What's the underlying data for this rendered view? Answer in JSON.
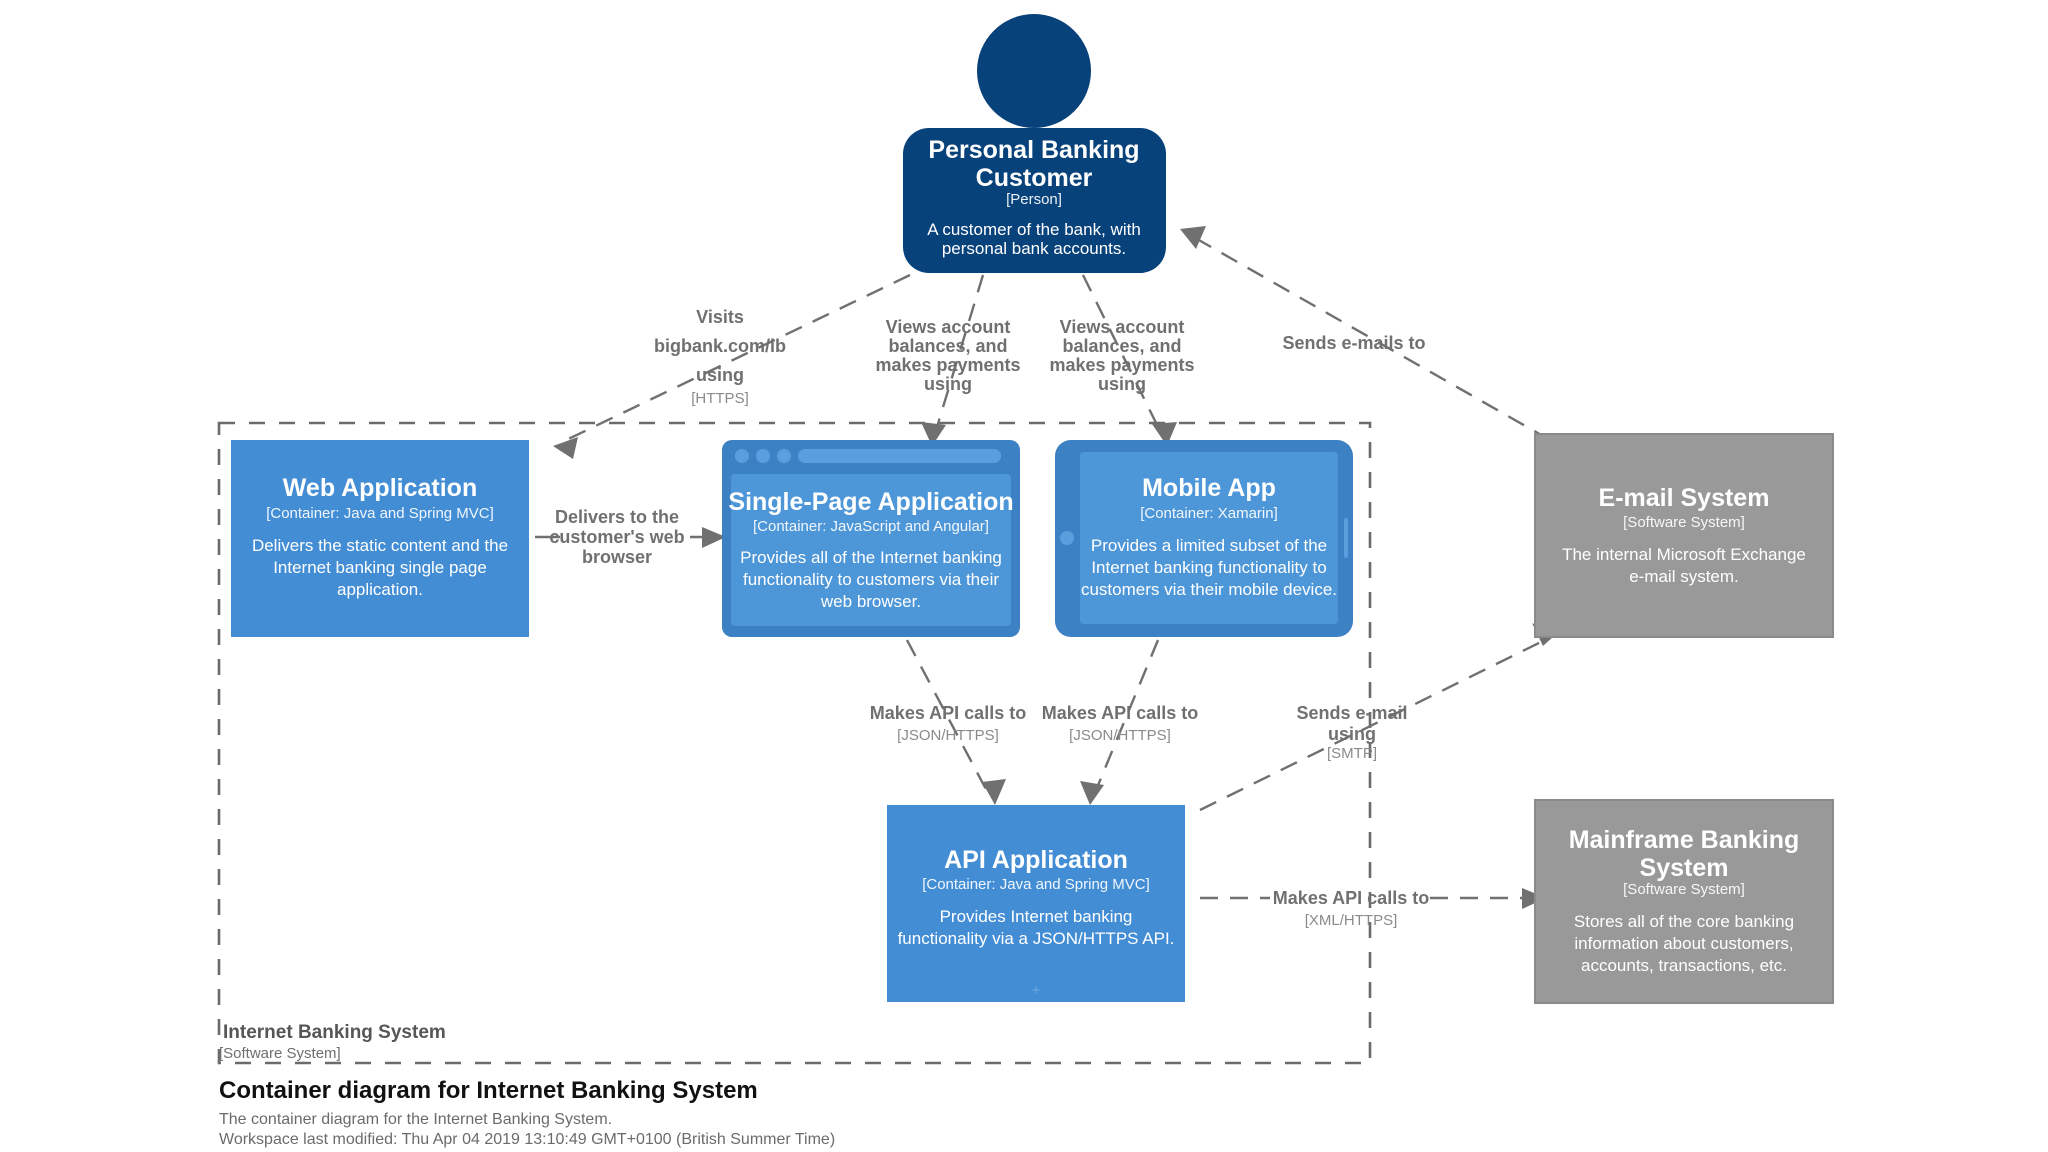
{
  "diagram": {
    "kind": "c4-container-diagram",
    "caption": {
      "title": "Container diagram for Internet Banking System",
      "description": "The container diagram for the Internet Banking System.",
      "modified": "Workspace last modified: Thu Apr 04 2019 13:10:49 GMT+0100 (British Summer Time)"
    },
    "boundary": {
      "name": "Internet Banking System",
      "type": "[Software System]"
    },
    "colors": {
      "person": "#08427b",
      "container": "#438dd5",
      "container_browser_chrome": "#3c81c4",
      "container_inner": "#4d96d8",
      "external_system": "#999999",
      "external_system_border": "#8a8a8a",
      "line": "#707070",
      "text_dark": "#111111",
      "text_muted": "#6b6b6b"
    },
    "nodes": [
      {
        "id": "customer",
        "shape": "person",
        "name": "Personal Banking Customer",
        "type": "[Person]",
        "description": "A customer of the bank, with personal bank accounts."
      },
      {
        "id": "web-application",
        "shape": "box",
        "name": "Web Application",
        "type": "[Container: Java and Spring MVC]",
        "description": "Delivers the static content and the Internet banking single page application."
      },
      {
        "id": "single-page-application",
        "shape": "browser",
        "name": "Single-Page Application",
        "type": "[Container: JavaScript and Angular]",
        "description": "Provides all of the Internet banking functionality to customers via their web browser."
      },
      {
        "id": "mobile-app",
        "shape": "mobile-device",
        "name": "Mobile App",
        "type": "[Container: Xamarin]",
        "description": "Provides a limited subset of the Internet banking functionality to customers via their mobile device."
      },
      {
        "id": "api-application",
        "shape": "box",
        "name": "API Application",
        "type": "[Container: Java and Spring MVC]",
        "description": "Provides Internet banking functionality via a JSON/HTTPS API."
      },
      {
        "id": "email-system",
        "shape": "box",
        "name": "E-mail System",
        "type": "[Software System]",
        "description": "The internal Microsoft Exchange e-mail system."
      },
      {
        "id": "mainframe-banking-system",
        "shape": "box",
        "name": "Mainframe Banking System",
        "type": "[Software System]",
        "description": "Stores all of the core banking information about customers, accounts, transactions, etc."
      }
    ],
    "edges": [
      {
        "id": "customer-to-web-application",
        "label": "Visits bigbank.com/ib using",
        "technology": "[HTTPS]",
        "style": "dashed"
      },
      {
        "id": "customer-to-single-page-application",
        "label": "Views account balances, and makes payments using",
        "technology": "",
        "style": "dashed"
      },
      {
        "id": "customer-to-mobile-app",
        "label": "Views account balances, and makes payments using",
        "technology": "",
        "style": "dashed"
      },
      {
        "id": "email-system-to-customer",
        "label": "Sends e-mails to",
        "technology": "",
        "style": "dashed"
      },
      {
        "id": "web-application-to-single-page-application",
        "label": "Delivers to the customer's web browser",
        "technology": "",
        "style": "solid"
      },
      {
        "id": "single-page-application-to-api-application",
        "label": "Makes API calls to",
        "technology": "[JSON/HTTPS]",
        "style": "dashed"
      },
      {
        "id": "mobile-app-to-api-application",
        "label": "Makes API calls to",
        "technology": "[JSON/HTTPS]",
        "style": "dashed"
      },
      {
        "id": "api-application-to-email-system",
        "label": "Sends e-mail using",
        "technology": "[SMTP]",
        "style": "dashed"
      },
      {
        "id": "api-application-to-mainframe-banking-system",
        "label": "Makes API calls to",
        "technology": "[XML/HTTPS]",
        "style": "dashed"
      }
    ]
  }
}
